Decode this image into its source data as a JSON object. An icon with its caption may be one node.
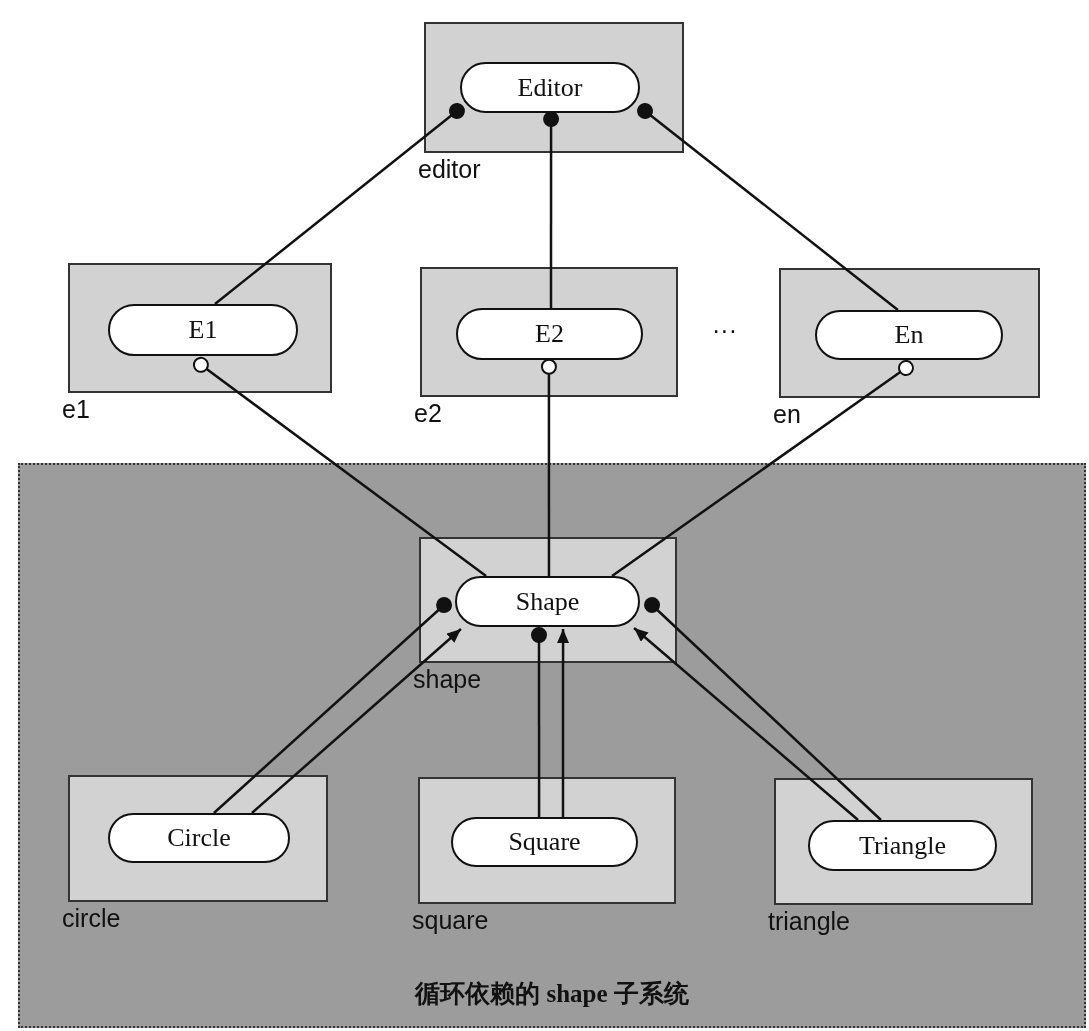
{
  "diagram": {
    "nodes": [
      {
        "text": [
          "editor"
        ]
      },
      {
        "text": [
          "Editor"
        ],
        "in": 0
      },
      {
        "text": [
          "e1"
        ]
      },
      {
        "text": [
          "E1"
        ],
        "in": 2
      },
      {
        "text": [
          "e2"
        ]
      },
      {
        "text": [
          "E2"
        ],
        "in": 4
      },
      {
        "text": [
          "en"
        ]
      },
      {
        "text": [
          "En"
        ],
        "in": 6
      },
      {
        "text": [
          "循环依赖的 shape 子系统"
        ]
      },
      {
        "text": [
          "shape"
        ],
        "in": 8
      },
      {
        "text": [
          "Shape"
        ],
        "in": 9
      },
      {
        "text": [
          "circle"
        ],
        "in": 8
      },
      {
        "text": [
          "Circle"
        ],
        "in": 11
      },
      {
        "text": [
          "square"
        ],
        "in": 8
      },
      {
        "text": [
          "Square"
        ],
        "in": 13
      },
      {
        "text": [
          "triangle"
        ],
        "in": 8
      },
      {
        "text": [
          "Triangle"
        ],
        "in": 15
      }
    ],
    "edges": [
      {
        "from": 3,
        "to": 1,
        "arrow": "other"
      },
      {
        "from": 5,
        "to": 1,
        "arrow": "other"
      },
      {
        "from": 7,
        "to": 1,
        "arrow": "other"
      },
      {
        "from": 10,
        "to": 3,
        "arrow": "other"
      },
      {
        "from": 10,
        "to": 5,
        "arrow": "other"
      },
      {
        "from": 10,
        "to": 7,
        "arrow": "other"
      },
      {
        "from": 12,
        "to": 10,
        "arrow": "other"
      },
      {
        "from": 12,
        "to": 10,
        "arrow": "to"
      },
      {
        "from": 14,
        "to": 10,
        "arrow": "other"
      },
      {
        "from": 14,
        "to": 10,
        "arrow": "to"
      },
      {
        "from": 16,
        "to": 10,
        "arrow": "other"
      },
      {
        "from": 16,
        "to": 10,
        "arrow": "to"
      }
    ],
    "labels": [
      "···"
    ]
  }
}
